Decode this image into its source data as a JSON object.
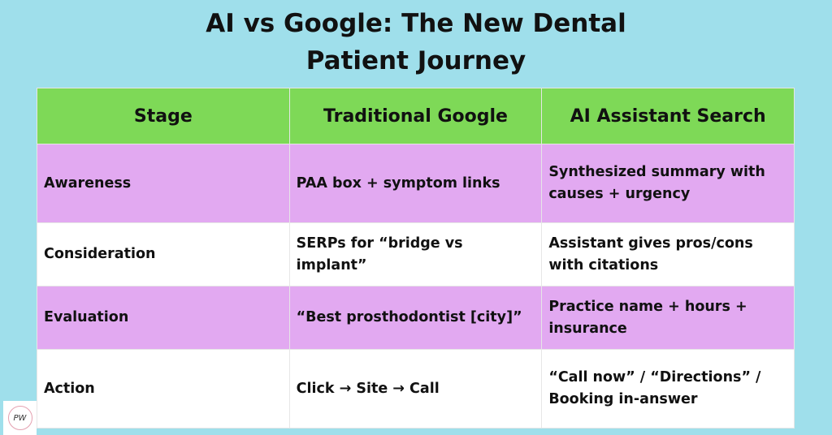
{
  "title_line1": "AI vs Google: The New Dental",
  "title_line2": "Patient Journey",
  "headers": [
    "Stage",
    "Traditional Google",
    "AI Assistant Search"
  ],
  "rows": [
    [
      "Awareness",
      "PAA box + symptom links",
      "Synthesized summary with causes + urgency"
    ],
    [
      "Consideration",
      "SERPs for “bridge vs implant”",
      "Assistant gives pros/cons with citations"
    ],
    [
      "Evaluation",
      "“Best prosthodontist [city]”",
      "Practice name + hours + insurance"
    ],
    [
      "Action",
      "Click → Site → Call",
      "“Call now” / “Directions” / Booking in-answer"
    ]
  ],
  "logo_text": "PW",
  "colors": {
    "background": "#9fdfeb",
    "header": "#7ed957",
    "row_alt": "#e2a9f1"
  }
}
